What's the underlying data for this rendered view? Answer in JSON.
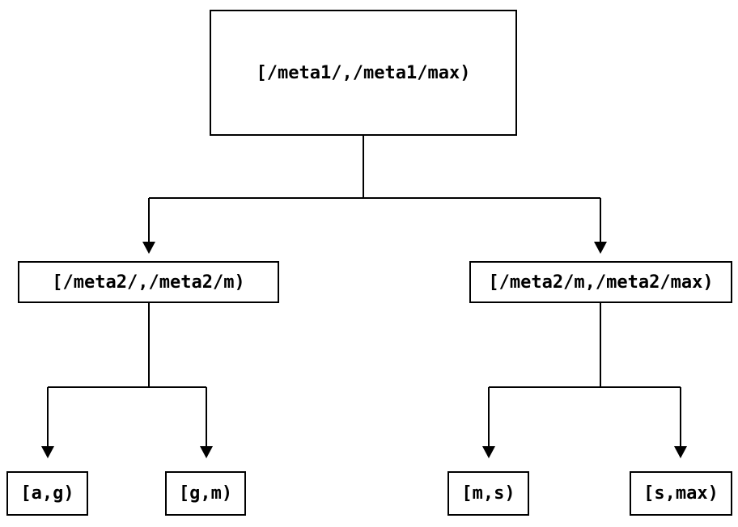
{
  "diagram": {
    "type": "tree",
    "background_color": "#ffffff",
    "line_color": "#000000",
    "nodes": {
      "root": {
        "label": "[/meta1/,/meta1/max)"
      },
      "left_child": {
        "label": "[/meta2/,/meta2/m)"
      },
      "right_child": {
        "label": "[/meta2/m,/meta2/max)"
      },
      "leaf_ag": {
        "label": "[a,g)"
      },
      "leaf_gm": {
        "label": "[g,m)"
      },
      "leaf_ms": {
        "label": "[m,s)"
      },
      "leaf_smax": {
        "label": "[s,max)"
      }
    },
    "edges": [
      {
        "from": "root",
        "to": "left_child"
      },
      {
        "from": "root",
        "to": "right_child"
      },
      {
        "from": "left_child",
        "to": "leaf_ag"
      },
      {
        "from": "left_child",
        "to": "leaf_gm"
      },
      {
        "from": "right_child",
        "to": "leaf_ms"
      },
      {
        "from": "right_child",
        "to": "leaf_smax"
      }
    ]
  }
}
